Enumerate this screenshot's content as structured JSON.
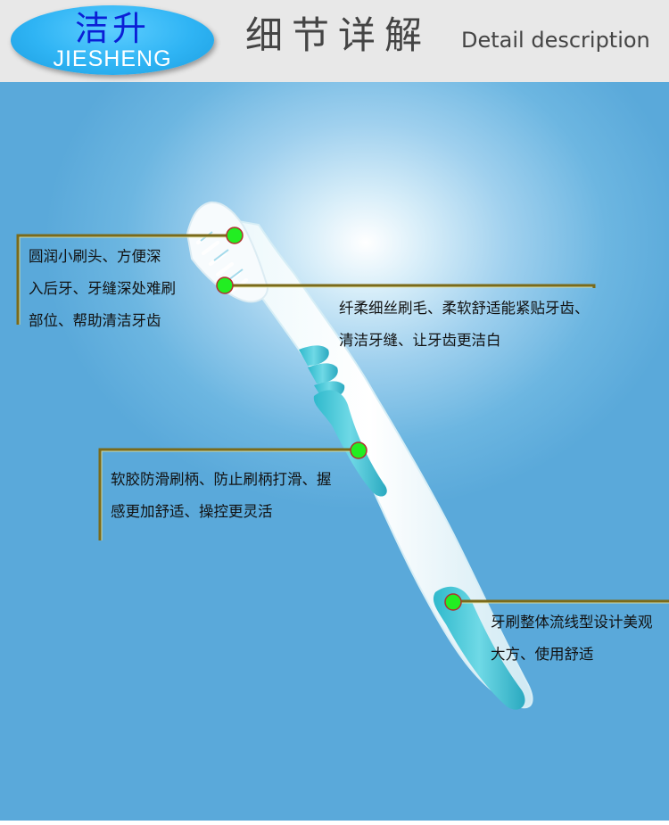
{
  "header": {
    "logo_cn": "洁升",
    "logo_en": "JIESHENG",
    "title_cn": "细节详解",
    "title_en": "Detail description"
  },
  "callouts": [
    {
      "lines": [
        "圆润小刷头、方便深",
        "入后牙、牙缝深处难刷",
        "部位、帮助清洁牙齿"
      ]
    },
    {
      "lines": [
        "纤柔细丝刷毛、柔软舒适能紧贴牙齿、",
        "清洁牙缝、让牙齿更洁白"
      ]
    },
    {
      "lines": [
        "软胶防滑刷柄、防止刷柄打滑、握",
        "感更加舒适、操控更灵活"
      ]
    },
    {
      "lines": [
        "牙刷整体流线型设计美观",
        "大方、使用舒适"
      ]
    }
  ],
  "colors": {
    "header_bg": "#e8e8e8",
    "accent_blue": "#2fb4f4",
    "handle_accent": "#4ec8d8",
    "marker_green": "#22ee22",
    "leader_line": "#7a6a1a"
  },
  "icons": {
    "logo": "oval-brand-badge",
    "product": "toothbrush-illustration",
    "marker": "green-dot-marker"
  }
}
